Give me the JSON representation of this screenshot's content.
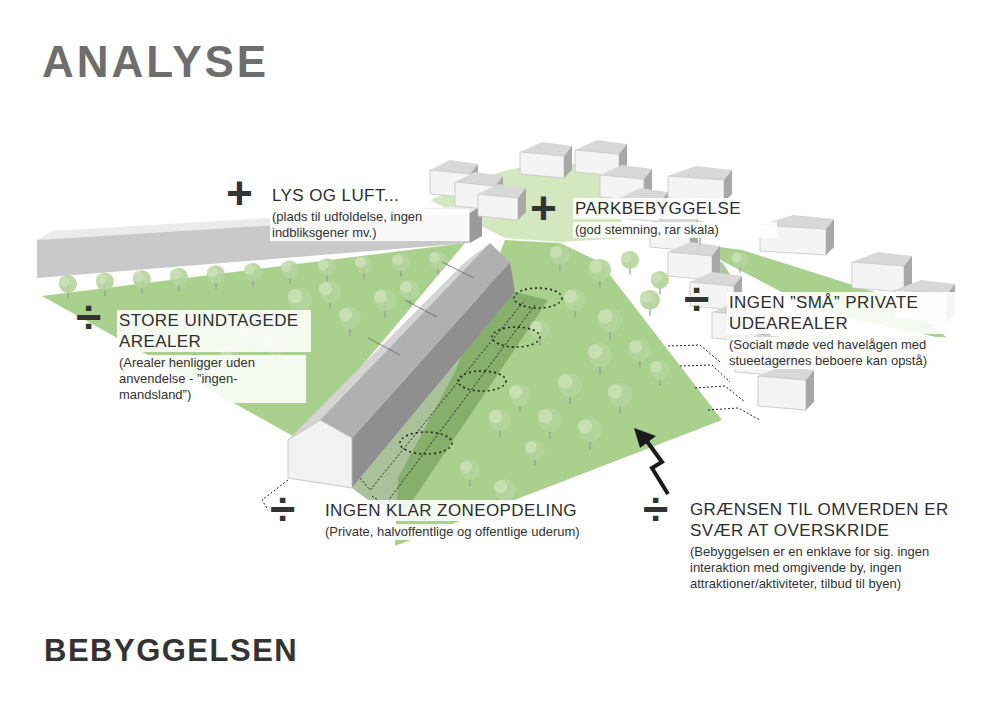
{
  "diagram": {
    "title": "ANALYSE",
    "caption": "BEBYGGELSEN",
    "labels": [
      "+",
      "LYS OG LUFT...",
      "(plads til udfoldelse, ingen indbliksgener mv.)",
      "+",
      "PARKBEBYGGELSE",
      "(god stemning, rar skala)",
      "÷",
      "STORE UINDTAGEDE AREALER",
      "(Arealer henligger uden anvendelse - ”ingen-mandsland”)",
      "÷",
      "INGEN ”SMÅ” PRIVATE UDEAREALER",
      "(Socialt møde ved havelågen med stueetagernes beboere kan opstå)",
      "÷",
      "INGEN KLAR ZONEOPDELING",
      "(Private, halvoffentlige og offentlige uderum)",
      "÷",
      "GRÆNSEN TIL OMVERDEN ER SVÆR AT OVERSKRIDE",
      "(Bebyggelsen er en enklave for sig. ingen interaktion med omgivende by, ingen attraktioner/aktiviteter, tilbud til byen)"
    ]
  }
}
